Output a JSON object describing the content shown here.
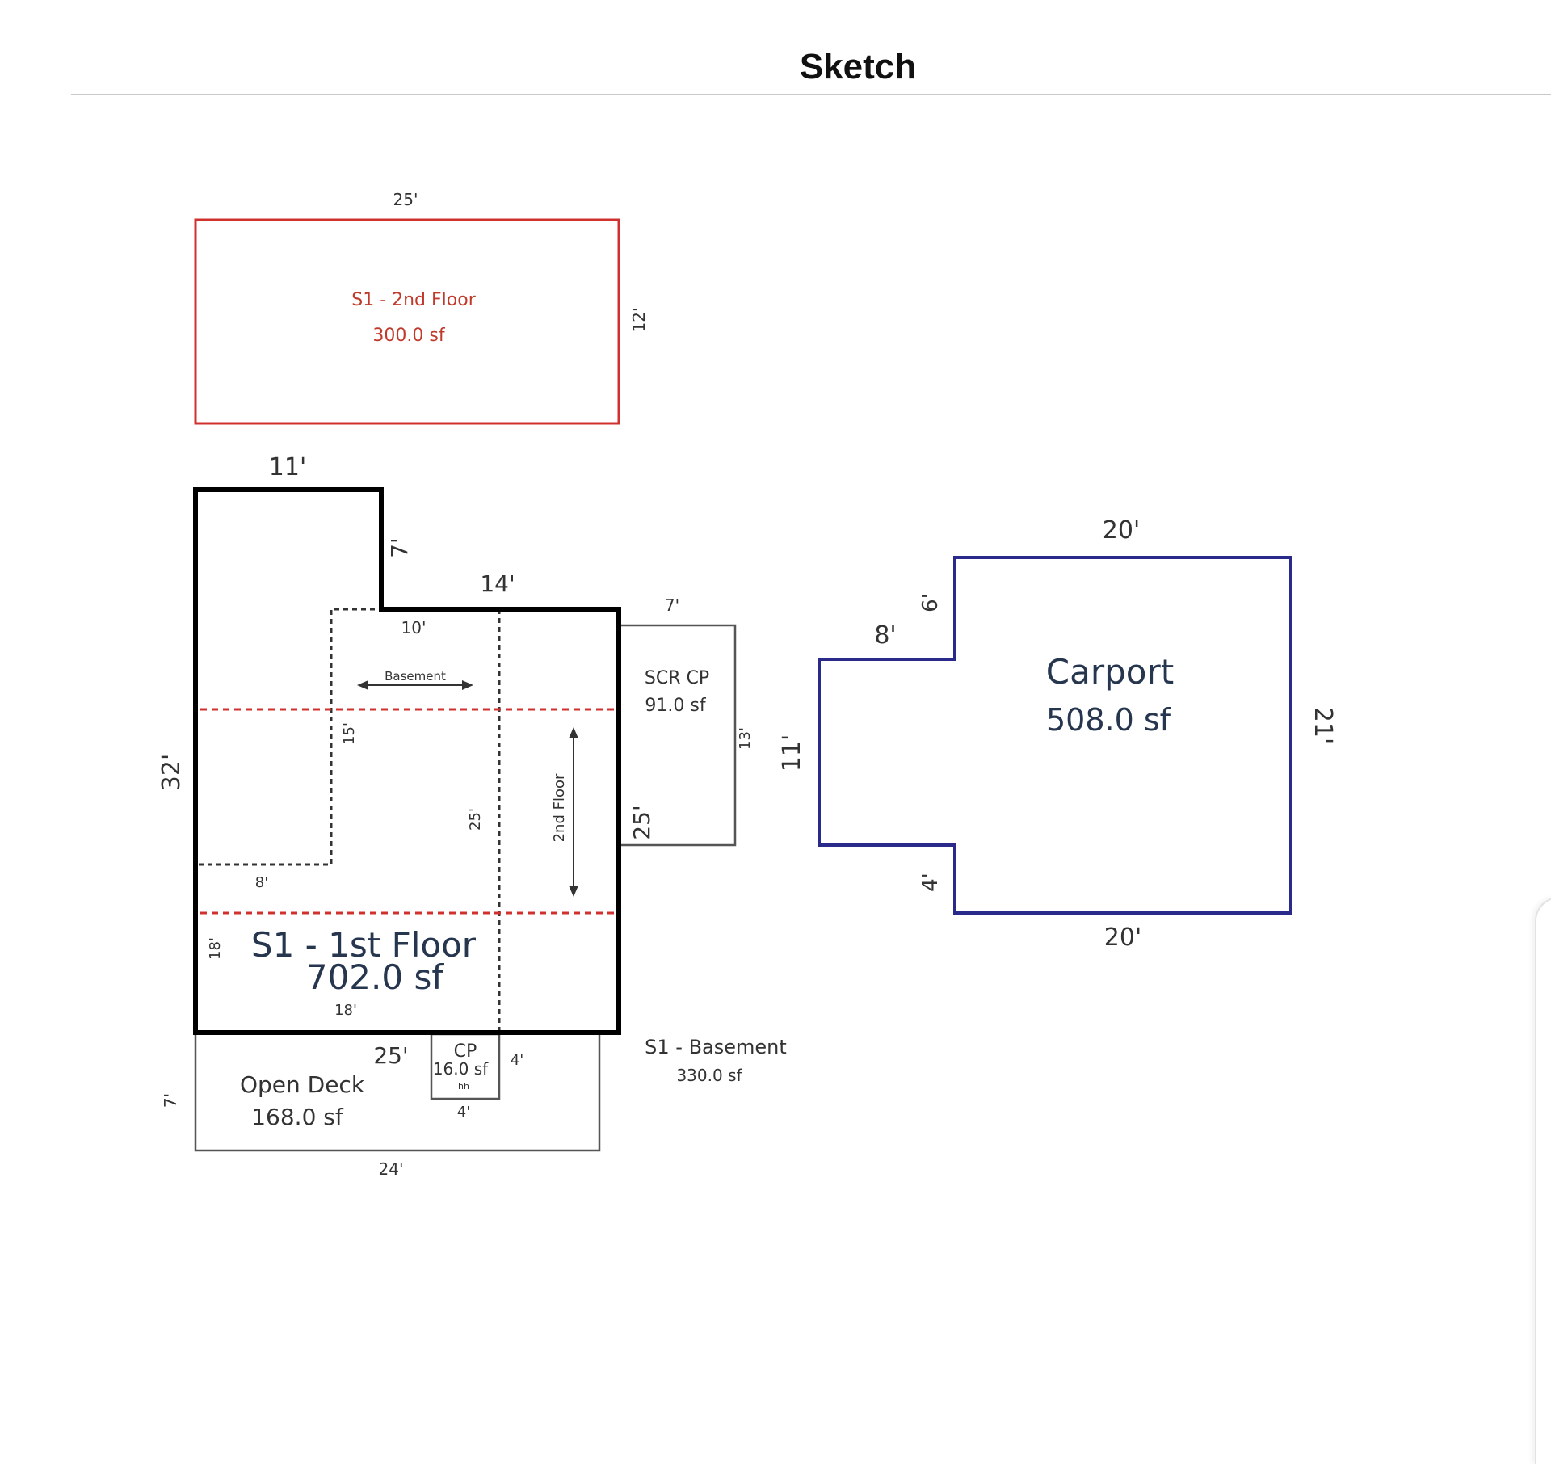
{
  "page": {
    "title": "Sketch"
  },
  "areas": {
    "second_floor": {
      "label": "S1 - 2nd Floor",
      "area": "300.0 sf",
      "dim_top": "25'",
      "dim_right": "12'",
      "color": "#d0312d"
    },
    "first_floor": {
      "label": "S1 - 1st Floor",
      "area": "702.0 sf",
      "color": "#000000",
      "dims": {
        "top_left": "11'",
        "notch": "7'",
        "top_right": "14'",
        "left": "32'",
        "bottom_right": "25'",
        "bottom": "25'"
      }
    },
    "basement": {
      "label": "S1 - Basement",
      "area": "330.0 sf",
      "arrow_label": "Basement",
      "dims": {
        "top": "10'",
        "depth": "15'",
        "mid": "25'",
        "small": "8'",
        "left_low": "18'",
        "bottom": "18'"
      }
    },
    "second_floor_overlay": {
      "arrow_label": "2nd Floor"
    },
    "screened_carport": {
      "label": "SCR CP",
      "area": "91.0 sf",
      "dim_top": "7'",
      "dim_right": "13'"
    },
    "carport": {
      "label": "Carport",
      "area": "508.0 sf",
      "color": "#2a2a8a",
      "dims": {
        "top": "20'",
        "bottom": "20'",
        "right": "21'",
        "left": "11'",
        "notch_top": "6'",
        "notch_bottom": "4'",
        "ext": "8'"
      }
    },
    "open_deck": {
      "label": "Open Deck",
      "area": "168.0 sf",
      "dims": {
        "left": "7'",
        "bottom": "24'"
      }
    },
    "cp": {
      "label": "CP",
      "area": "16.0 sf",
      "sublabel": "hh",
      "dims": {
        "right": "4'",
        "bottom": "4'"
      }
    }
  }
}
